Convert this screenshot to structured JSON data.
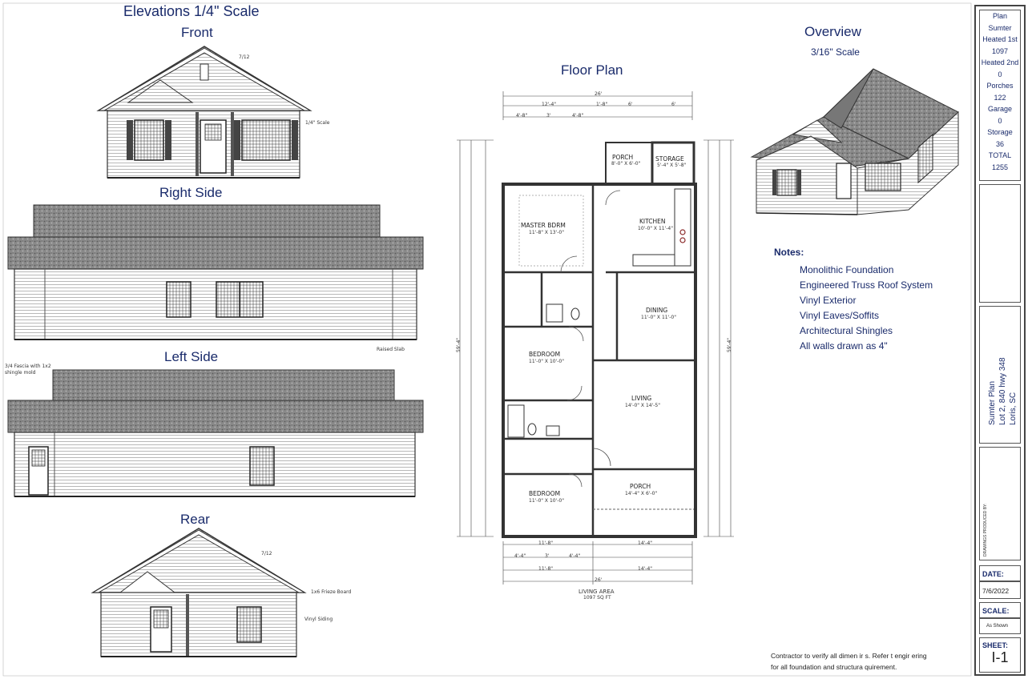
{
  "elevations": {
    "heading": "Elevations 1/4\" Scale",
    "front": "Front",
    "right_side": "Right Side",
    "left_side": "Left Side",
    "rear": "Rear",
    "pitch_front": "7/12",
    "pitch_rear": "7/12",
    "front_scale_note": "1/4\" Scale",
    "raised_slab": "Raised Slab",
    "fascia_note_1": "3/4 Fascia with 1x2",
    "fascia_note_2": "shingle mold",
    "frieze_board": "1x6 Frieze Board",
    "vinyl_siding": "Vinyl Siding"
  },
  "floor_plan": {
    "heading": "Floor Plan",
    "rooms": {
      "porch_rear": "PORCH",
      "porch_rear_size": "8'-0\" X 6'-0\"",
      "storage": "STORAGE",
      "storage_size": "5'-4\" X 5'-8\"",
      "kitchen": "KITCHEN",
      "kitchen_size": "10'-0\" X 11'-4\"",
      "master": "MASTER BDRM",
      "master_size": "11'-8\" X 13'-0\"",
      "dining": "DINING",
      "dining_size": "11'-0\" X 11'-0\"",
      "bedroom_1": "BEDROOM",
      "bedroom_1_size": "11'-0\" X 10'-0\"",
      "living": "LIVING",
      "living_size": "14'-0\" X 14'-5\"",
      "bedroom_2": "BEDROOM",
      "bedroom_2_size": "11'-0\" X 10'-0\"",
      "porch_front": "PORCH",
      "porch_front_size": "14'-4\" X 6'-0\""
    },
    "dims": {
      "top_total": "26'",
      "top_a": "12'-4\"",
      "top_b": "1'-8\"",
      "top_c": "6'",
      "top_d": "6'",
      "top_e": "4'-8\"",
      "top_f": "3'",
      "top_g": "4'-8\"",
      "bottom_a": "11'-8\"",
      "bottom_b": "14'-4\"",
      "bottom_c": "4'-4\"",
      "bottom_d": "3'",
      "bottom_e": "4'-4\"",
      "bottom_f": "11'-8\"",
      "bottom_g": "14'-4\"",
      "bottom_total": "26'",
      "left_total": "59'-4\"",
      "right_total": "59'-4\""
    },
    "living_area_label": "LIVING AREA",
    "living_area_value": "1097 SQ FT"
  },
  "overview": {
    "heading": "Overview",
    "scale": "3/16\" Scale"
  },
  "notes": {
    "heading": "Notes:",
    "items": [
      "Monolithic Foundation",
      "Engineered Truss Roof System",
      "Vinyl Exterior",
      "Vinyl Eaves/Soffits",
      "Architectural Shingles",
      "All walls drawn as 4\""
    ]
  },
  "footer": {
    "line1": "Contractor to verify all dimen  ir  s.  Refer t  engir  ering",
    "line2": "for all foundation and structura   quirement."
  },
  "title_block": {
    "stats": [
      "Plan",
      "Sumter",
      "Heated 1st",
      "1097",
      "Heated 2nd",
      "0",
      "Porches",
      "122",
      "Garage",
      "0",
      "Storage",
      "36",
      "TOTAL",
      "1255"
    ],
    "project_line1": "Sumter Plan",
    "project_line2": "Lot 2, 840 hwy 348",
    "project_line3": "Loris, SC",
    "drawings_by": "DRAWINGS PRODUCED BY:",
    "date_label": "DATE:",
    "date_value": "7/6/2022",
    "scale_label": "SCALE:",
    "scale_value": "As Shown",
    "sheet_label": "SHEET:",
    "sheet_value": "I-1"
  }
}
